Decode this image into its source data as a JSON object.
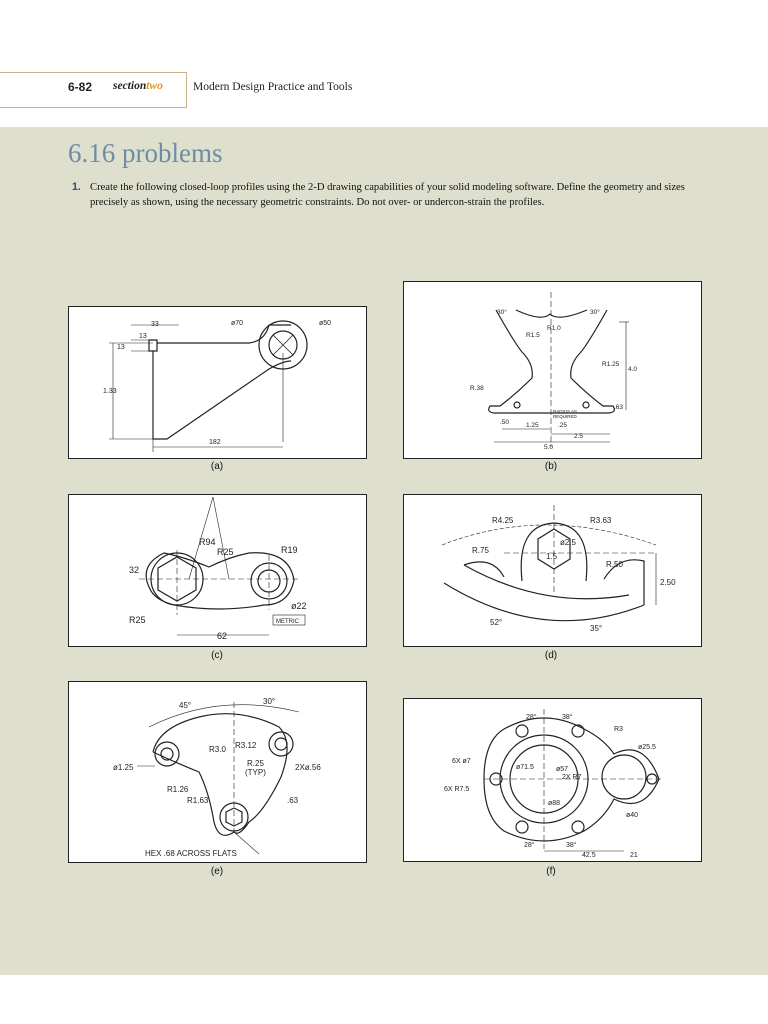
{
  "header": {
    "page_number": "6-82",
    "section_prefix": "section",
    "section_suffix": "two",
    "running_title": "Modern Design Practice and Tools"
  },
  "section_title": "6.16 problems",
  "problem": {
    "number": "1.",
    "text": "Create the following closed-loop profiles using the 2-D drawing capabilities of your solid modeling software. Define the geometry and sizes precisely as shown, using the necessary geometric constraints. Do not over- or undercon-strain the profiles."
  },
  "figures": {
    "a": {
      "caption": "(a)",
      "labels": {
        "d33": "33",
        "d13a": "13",
        "d13b": "13",
        "d133": "1.33",
        "d70": "ø70",
        "d50": "ø50",
        "d182": "182"
      }
    },
    "b": {
      "caption": "(b)",
      "labels": {
        "a30l": "30°",
        "a30r": "30°",
        "r15": "R1.5",
        "r10": "R1.0",
        "r125": "R1.25",
        "d40": "4.0",
        "r38": "R.38",
        "note1": "RADIUS AS",
        "note2": "REQUIRED",
        "d50s": ".50",
        "d125": "1.25",
        "d25s": ".25",
        "d25": "2.5",
        "d50": "5.0",
        "d63": ".63"
      }
    },
    "c": {
      "caption": "(c)",
      "labels": {
        "r94": "R94",
        "r25a": "R25",
        "r19": "R19",
        "d32": "32",
        "r25b": "R25",
        "d22": "ø22",
        "d62": "62",
        "metric": "METRIC"
      }
    },
    "d": {
      "caption": "(d)",
      "labels": {
        "r425": "R4.25",
        "r363": "R3.63",
        "d25": "ø2.5",
        "r75": "R.75",
        "d15": "1.5",
        "r50": "R.50",
        "d250": "2.50",
        "a52": "52°",
        "a35": "35°"
      }
    },
    "e": {
      "caption": "(e)",
      "labels": {
        "a45": "45°",
        "a30": "30°",
        "r30": "R3.0",
        "r312": "R3.12",
        "d125": "ø1.25",
        "r25": "R.25",
        "typ": "(TYP)",
        "d56": "2Xø.56",
        "r126": "R1.26",
        "r163": "R1.63",
        "d63": ".63",
        "hex": "HEX .68 ACROSS FLATS"
      }
    },
    "f": {
      "caption": "(f)",
      "labels": {
        "a28t": "28°",
        "a38t": "38°",
        "r3": "R3",
        "d255": "ø25.5",
        "h7": "6X ø7",
        "d715": "ø71.5",
        "d57": "ø57",
        "r7": "2X R7",
        "r75": "6X R7.5",
        "d88": "ø88",
        "d40": "ø40",
        "a28b": "28°",
        "a38b": "38°",
        "d425": "42.5",
        "d21": "21"
      }
    }
  },
  "colors": {
    "panel": "#dedfcd",
    "title": "#6e8ca6",
    "accent": "#d8962c",
    "header_border": "#c9b48a"
  }
}
